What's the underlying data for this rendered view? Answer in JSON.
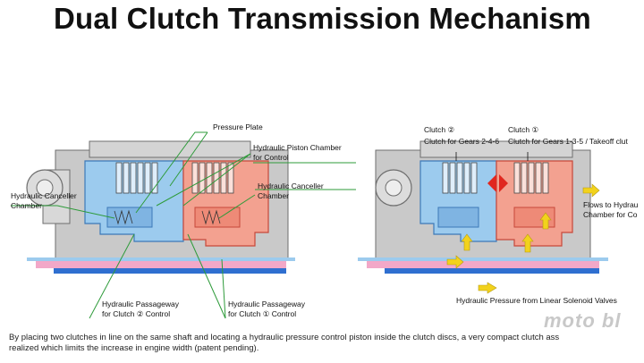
{
  "title": "Dual Clutch Transmission Mechanism",
  "left_diagram": {
    "labels": {
      "pressure_plate": "Pressure Plate",
      "piston_chamber_1": "Hydraulic Piston Chamber",
      "piston_chamber_2": "for Control",
      "canceller_right_1": "Hydraulic Canceller",
      "canceller_right_2": "Chamber",
      "canceller_left_1": "Hydraulic Canceller",
      "canceller_left_2": "Chamber",
      "passage_2_1": "Hydraulic Passageway",
      "passage_2_2": "for Clutch ② Control",
      "passage_1_1": "Hydraulic Passageway",
      "passage_1_2": "for Clutch ① Control"
    }
  },
  "right_diagram": {
    "labels": {
      "clutch2_name": "Clutch ②",
      "clutch2_desc": "Clutch for Gears 2-4-6",
      "clutch1_name": "Clutch ①",
      "clutch1_desc": "Clutch for Gears 1-3-5 / Takeoff clut",
      "flows_1": "Flows to Hydrau",
      "flows_2": "Chamber for Co",
      "pressure_from": "Hydraulic Pressure from Linear Solenoid Valves"
    }
  },
  "caption": {
    "line1": "By placing two clutches in line on the same shaft and locating a hydraulic pressure control piston inside the clutch discs, a very compact clutch ass",
    "line2": "realized which limits the increase in engine width (patent pending)."
  },
  "watermark": "moto bl",
  "colors": {
    "blue": "#9ccbee",
    "blue_dark": "#3c79b8",
    "red": "#f3a190",
    "red_dark": "#c7483a",
    "gray": "#bdbdbd",
    "gray_dark": "#6e6e6e",
    "leader_green": "#2e9b3a",
    "arrow_yellow": "#f2d21c",
    "arrow_red": "#e0271f",
    "base_blue": "#2f6fd0",
    "base_pink": "#f2a8c8"
  }
}
